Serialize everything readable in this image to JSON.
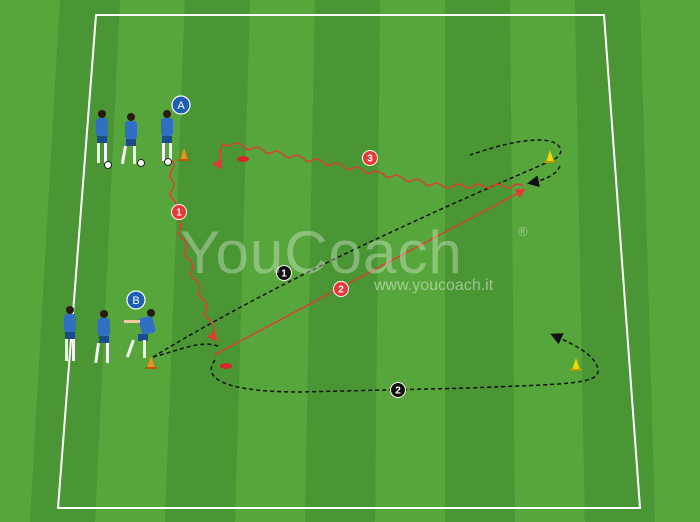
{
  "watermark": {
    "brand": "YouCoach",
    "url": "www.youcoach.it",
    "registered": "®"
  },
  "groups": [
    {
      "label": "A"
    },
    {
      "label": "B"
    }
  ],
  "red_steps": [
    {
      "label": "1"
    },
    {
      "label": "2"
    },
    {
      "label": "3"
    }
  ],
  "black_steps": [
    {
      "label": "1"
    },
    {
      "label": "2"
    }
  ],
  "colors": {
    "pitch_light": "#5aa83f",
    "pitch_dark": "#4c9a36",
    "line": "#ffffff",
    "red_move": "#e53935",
    "black_move": "#111111",
    "group_badge": "#1e5fb3",
    "player_shirt": "#2f6fc4",
    "cone_orange": "#f28c1b",
    "cone_yellow": "#f5d300",
    "cone_red": "#d62828"
  }
}
